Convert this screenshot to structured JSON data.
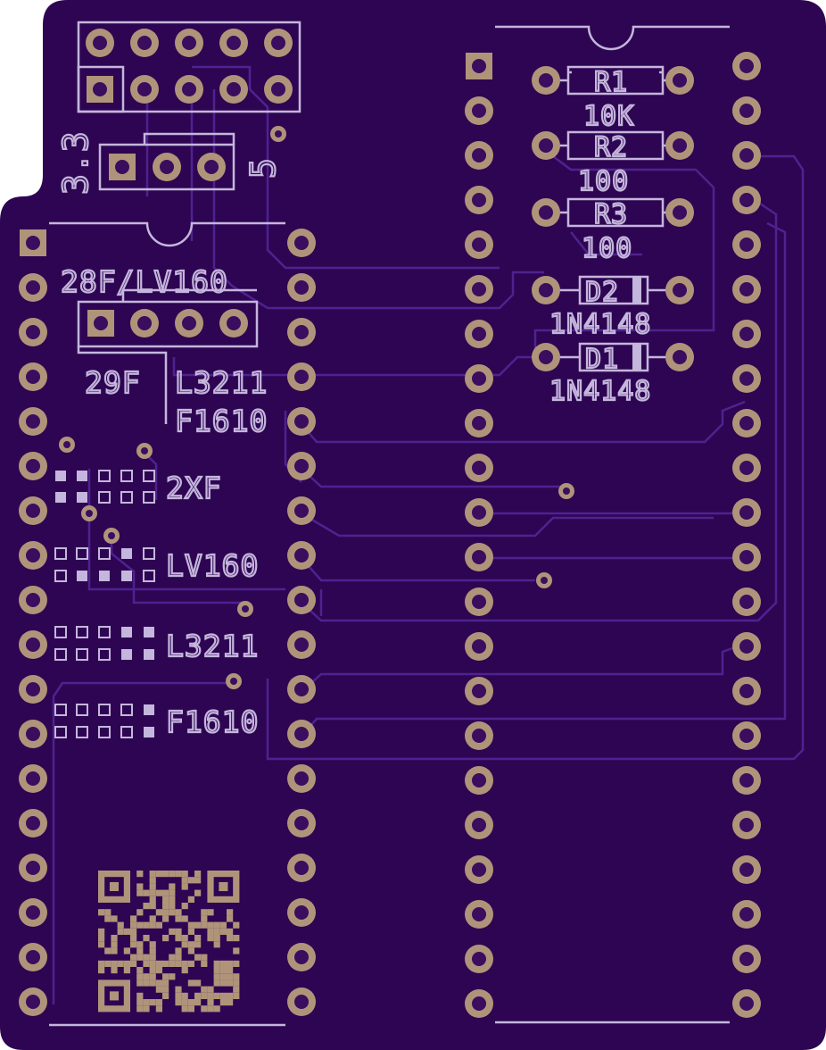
{
  "board": {
    "colors": {
      "board": "#2e0552",
      "silkscreen": "#c4b6dc",
      "copper_pad": "#b0947a",
      "trace": "#4e2290"
    },
    "labels": {
      "voltage_left": "3.3",
      "voltage_right": "5",
      "jumper_top": "28F/LV160",
      "jumper_bottom_left": "29F",
      "jumper_bottom_right_1": "L3211",
      "jumper_bottom_right_2": "F1610",
      "sel_2xf": "2XF",
      "sel_lv160": "LV160",
      "sel_l3211": "L3211",
      "sel_f1610": "F1610"
    },
    "components": {
      "r1": {
        "ref": "R1",
        "value": "10K"
      },
      "r2": {
        "ref": "R2",
        "value": "100"
      },
      "r3": {
        "ref": "R3",
        "value": "100"
      },
      "d2": {
        "ref": "D2",
        "value": "1N4148"
      },
      "d1": {
        "ref": "D1",
        "value": "1N4148"
      }
    }
  }
}
